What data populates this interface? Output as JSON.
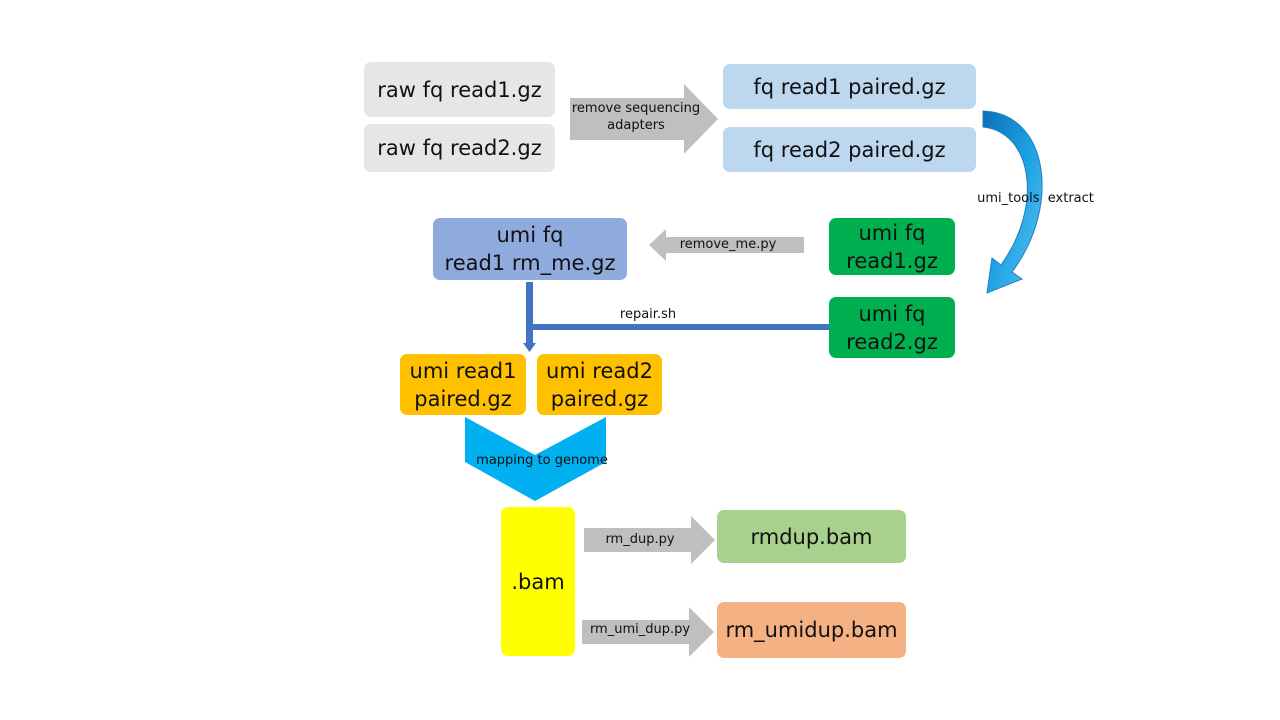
{
  "nodes": {
    "raw_r1": {
      "text": "raw fq read1.gz",
      "color": "#e6e6e6"
    },
    "raw_r2": {
      "text": "raw fq read2.gz",
      "color": "#e6e6e6"
    },
    "fq_r1_paired": {
      "text": "fq read1 paired.gz",
      "color": "#bdd7ee"
    },
    "fq_r2_paired": {
      "text": "fq read2 paired.gz",
      "color": "#bdd7ee"
    },
    "umi_fq_r1": {
      "text": "umi fq\nread1.gz",
      "color": "#00b050"
    },
    "umi_fq_r2": {
      "text": "umi fq\nread2.gz",
      "color": "#00b050"
    },
    "umi_rm_me": {
      "text": "umi fq\nread1 rm_me.gz",
      "color": "#8faadc"
    },
    "umi_r1_paired": {
      "text": "umi read1\npaired.gz",
      "color": "#ffc000"
    },
    "umi_r2_paired": {
      "text": "umi read2\npaired.gz",
      "color": "#ffc000"
    },
    "bam": {
      "text": ".bam",
      "color": "#ffff00"
    },
    "rmdup": {
      "text": "rmdup.bam",
      "color": "#a9d18e"
    },
    "rm_umidup": {
      "text": "rm_umidup.bam",
      "color": "#f4b183"
    }
  },
  "edges": {
    "adapters": "remove sequencing\nadapters",
    "umi_tools": "umi_tools  extract",
    "remove_me": "remove_me.py",
    "repair": "repair.sh",
    "mapping": "mapping to genome",
    "rm_dup": "rm_dup.py",
    "rm_umi_dup": "rm_umi_dup.py"
  },
  "colors": {
    "gray_arrow": "#bfbfbf",
    "curved_arrow": "#1ba1e2",
    "repair_line": "#4472c4",
    "mapping_chevron": "#00b0f0"
  }
}
